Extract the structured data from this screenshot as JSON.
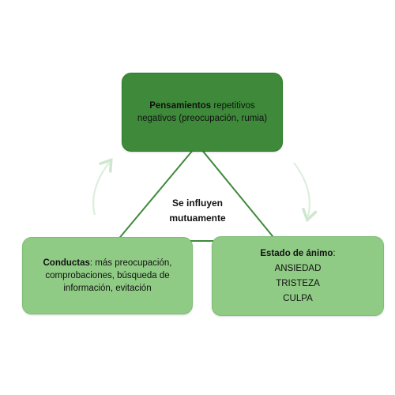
{
  "top_box": {
    "bold": "Pensamientos",
    "rest": " repetitivos",
    "line2": "negativos (preocupación, rumia)"
  },
  "left_box": {
    "bold": "Conductas",
    "rest": ": más preocupación,",
    "line2": "comprobaciones, búsqueda de",
    "line3": "información, evitación"
  },
  "right_box": {
    "heading": "Estado de ánimo",
    "colon": ":",
    "items": [
      "ANSIEDAD",
      "TRISTEZA",
      "CULPA"
    ]
  },
  "center": {
    "line1": "Se influyen",
    "line2": "mutuamente"
  },
  "colors": {
    "top_box_fill": "#3e8a3a",
    "side_box_fill": "#8fcb85",
    "arrow": "#dceedd"
  }
}
